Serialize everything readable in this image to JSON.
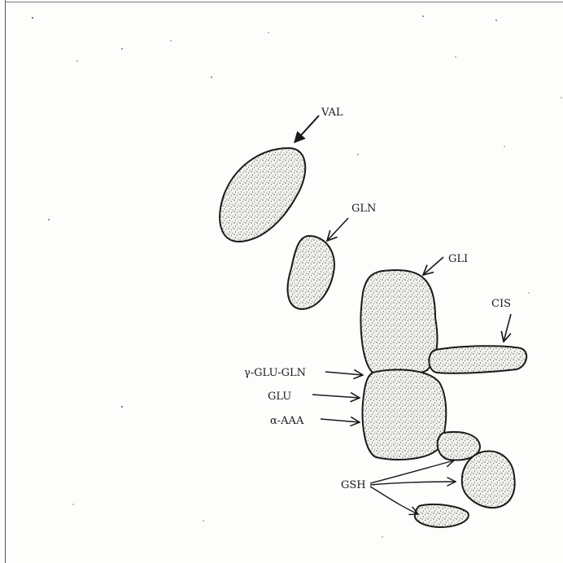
{
  "labels": {
    "val": "VAL",
    "gln": "GLN",
    "gli": "GLI",
    "cis": "CIS",
    "gamma_glu_gln": "γ-GLU-GLN",
    "glu": "GLU",
    "alpha_aaa": "α-AAA",
    "gsh": "GSH"
  },
  "colors": {
    "ink": "#1a1a1a",
    "stipple": "#555555",
    "paper": "#fdfdfb"
  }
}
